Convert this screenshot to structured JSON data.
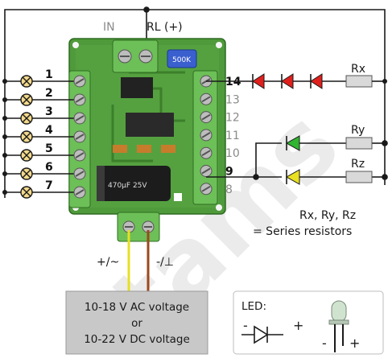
{
  "header": {
    "in_label": "IN",
    "rl_label": "RL (+)"
  },
  "outputs_left": [
    "1",
    "2",
    "3",
    "4",
    "5",
    "6",
    "7"
  ],
  "outputs_right": {
    "active": [
      "14",
      "9"
    ],
    "inactive": [
      "13",
      "12",
      "11",
      "10",
      "8"
    ]
  },
  "resistors": {
    "rx": "Rx",
    "ry": "Ry",
    "rz": "Rz"
  },
  "legend": {
    "series_line1": "Rx, Ry, Rz",
    "series_line2": "= Series resistors"
  },
  "power": {
    "plus_label": "+/~",
    "minus_label": "-/⊥",
    "box_line1": "10-18 V AC voltage",
    "box_line2": "or",
    "box_line3": "10-22 V DC voltage"
  },
  "led_box": {
    "title": "LED:",
    "minus": "-",
    "plus": "+",
    "minus2": "-",
    "plus2": "+"
  },
  "colors": {
    "pcb": "#4f9a3a",
    "terminal": "#6dbf57",
    "wire": "#1a1a1a",
    "lamp": "#f3d98a",
    "led_red": "#e0201c",
    "led_green": "#2fb52f",
    "led_yellow": "#e8e020",
    "resistor": "#d9d9d9",
    "power_box": "#c8c8c8"
  }
}
